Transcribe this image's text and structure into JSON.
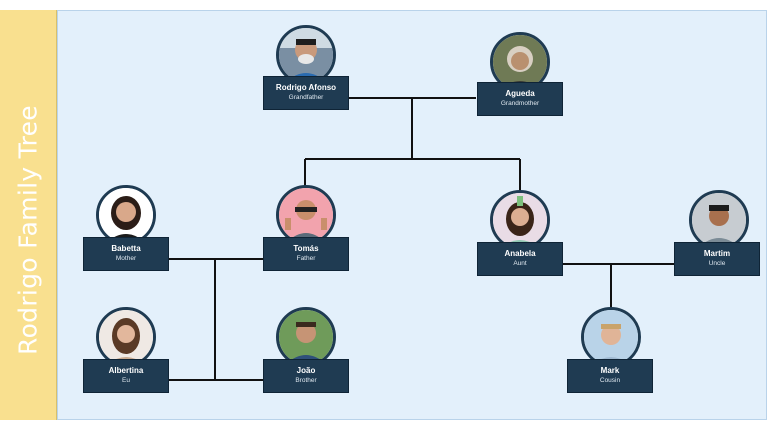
{
  "title": "Rodrigo Family Tree",
  "colors": {
    "band": "#f9e08f",
    "panel": "#e3f0fb",
    "card": "#1f3b52",
    "line": "#111111"
  },
  "people": {
    "rodrigo": {
      "name": "Rodrigo Afonso",
      "role": "Grandfather"
    },
    "agueda": {
      "name": "Agueda",
      "role": "Grandmother"
    },
    "babetta": {
      "name": "Babetta",
      "role": "Mother"
    },
    "tomas": {
      "name": "Tomás",
      "role": "Father"
    },
    "anabela": {
      "name": "Anabela",
      "role": "Aunt"
    },
    "martim": {
      "name": "Martim",
      "role": "Uncle"
    },
    "albertina": {
      "name": "Albertina",
      "role": "Eu"
    },
    "joao": {
      "name": "João",
      "role": "Brother"
    },
    "mark": {
      "name": "Mark",
      "role": "Cousin"
    }
  }
}
